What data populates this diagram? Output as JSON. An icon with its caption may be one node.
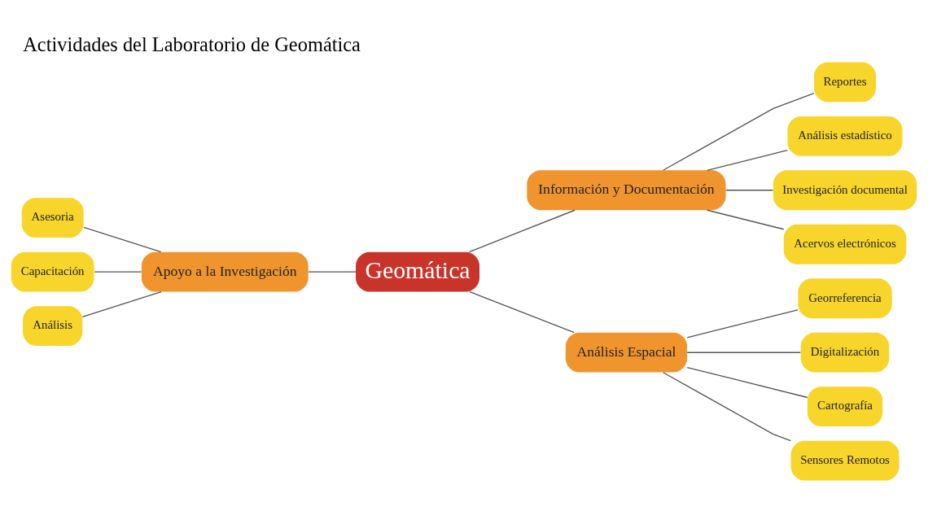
{
  "diagram": {
    "title": "Actividades del Laboratorio de Geomática",
    "nodes": [
      {
        "text": [
          "Geomática"
        ]
      },
      {
        "text": [
          "Información y Documentación"
        ]
      },
      {
        "text": [
          "Reportes"
        ]
      },
      {
        "text": [
          "Análisis estadístico"
        ]
      },
      {
        "text": [
          "Investigación documental"
        ]
      },
      {
        "text": [
          "Acervos electrónicos"
        ]
      },
      {
        "text": [
          "Apoyo a la Investigación"
        ]
      },
      {
        "text": [
          "Asesoria"
        ]
      },
      {
        "text": [
          "Capacitación"
        ]
      },
      {
        "text": [
          "Análisis"
        ]
      },
      {
        "text": [
          "Análisis Espacial"
        ]
      },
      {
        "text": [
          "Georreferencia"
        ]
      },
      {
        "text": [
          "Digitalización"
        ]
      },
      {
        "text": [
          "Cartografía"
        ]
      },
      {
        "text": [
          "Sensores Remotos"
        ]
      }
    ],
    "edges": [
      {
        "from": 0,
        "to": 1,
        "arrow": "none"
      },
      {
        "from": 1,
        "to": 2,
        "arrow": "none"
      },
      {
        "from": 1,
        "to": 3,
        "arrow": "none"
      },
      {
        "from": 1,
        "to": 4,
        "arrow": "none"
      },
      {
        "from": 1,
        "to": 5,
        "arrow": "none"
      },
      {
        "from": 6,
        "to": 0,
        "arrow": "none"
      },
      {
        "from": 7,
        "to": 6,
        "arrow": "none"
      },
      {
        "from": 8,
        "to": 6,
        "arrow": "none"
      },
      {
        "from": 9,
        "to": 6,
        "arrow": "none"
      },
      {
        "from": 0,
        "to": 10,
        "arrow": "none"
      },
      {
        "from": 10,
        "to": 11,
        "arrow": "none"
      },
      {
        "from": 10,
        "to": 12,
        "arrow": "none"
      },
      {
        "from": 10,
        "to": 13,
        "arrow": "none"
      },
      {
        "from": 10,
        "to": 14,
        "arrow": "none"
      }
    ]
  }
}
